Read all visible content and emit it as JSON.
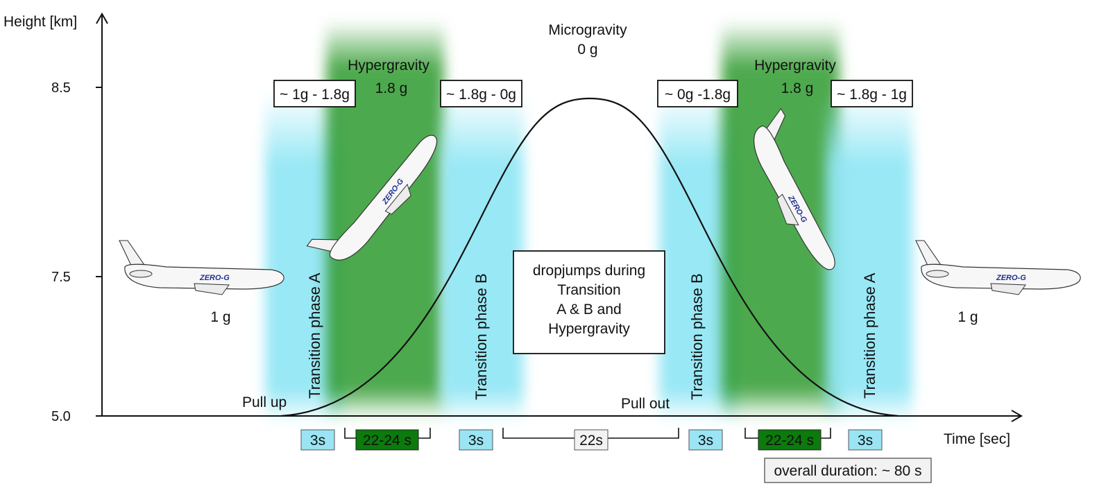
{
  "axis": {
    "y_label": "Height [km]",
    "x_label": "Time [sec]",
    "y_ticks": [
      "8.5",
      "7.5",
      "5.0"
    ]
  },
  "phases": {
    "top_label_line1": "Microgravity",
    "top_label_line2": "0 g",
    "hyper_left_line1": "Hypergravity",
    "hyper_left_line2": "1.8 g",
    "hyper_right_line1": "Hypergravity",
    "hyper_right_line2": "1.8 g",
    "box_1": "~ 1g - 1.8g",
    "box_2": "~ 1.8g - 0g",
    "box_3": "~ 0g -1.8g",
    "box_4": "~ 1.8g - 1g",
    "transition_a_left": "Transition phase A",
    "transition_b_left": "Transition phase B",
    "transition_b_right": "Transition phase B",
    "transition_a_right": "Transition phase A",
    "level_left": "1 g",
    "level_right": "1 g",
    "pull_up": "Pull up",
    "pull_out": "Pull out"
  },
  "note": {
    "line1": "dropjumps during",
    "line2": "Transition",
    "line3": "A & B and",
    "line4": "Hypergravity"
  },
  "timeline": {
    "t1": "3s",
    "t2": "22-24 s",
    "t3": "3s",
    "t4": "22s",
    "t5": "3s",
    "t6": "22-24 s",
    "t7": "3s",
    "overall": "overall duration: ~ 80 s"
  },
  "plane_livery": "ZERO-G",
  "colors": {
    "transition_cyan": "#8fe6f5",
    "hyper_green": "#2e9a2e",
    "green_box": "#0c7a0c",
    "cyan_box": "#9ae4f4",
    "gray_box": "#f2f2f2"
  }
}
